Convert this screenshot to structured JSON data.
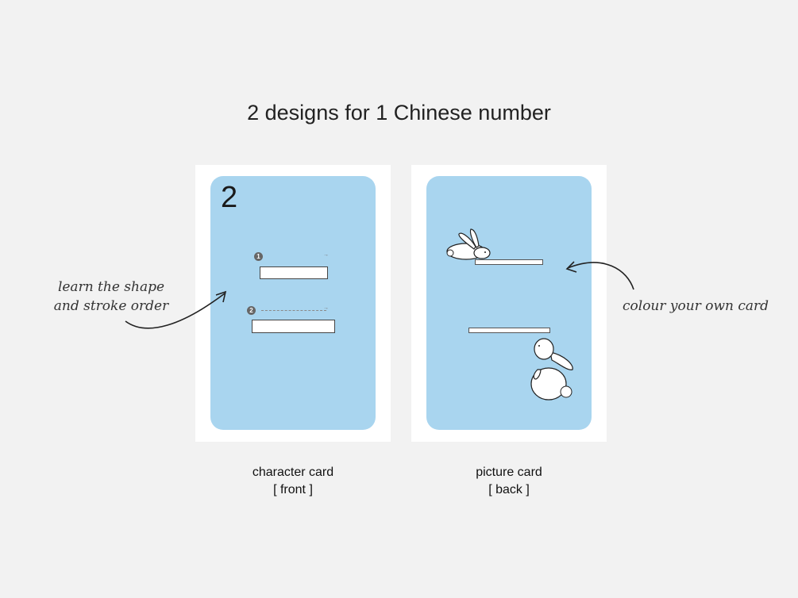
{
  "title": "2 designs for 1 Chinese number",
  "front_card": {
    "number": "2",
    "stroke_1": "1",
    "stroke_2": "2",
    "caption_line1": "character card",
    "caption_line2": "[ front ]"
  },
  "back_card": {
    "caption_line1": "picture card",
    "caption_line2": "[ back ]",
    "illustration": [
      "rabbit-lying-icon",
      "rabbit-sitting-icon"
    ]
  },
  "annotations": {
    "left_line1": "learn the shape",
    "left_line2": "and stroke order",
    "right": "colour your own card"
  },
  "colors": {
    "background": "#f2f2f2",
    "card_frame": "#ffffff",
    "card_fill": "#a9d5ef",
    "text": "#222222"
  }
}
